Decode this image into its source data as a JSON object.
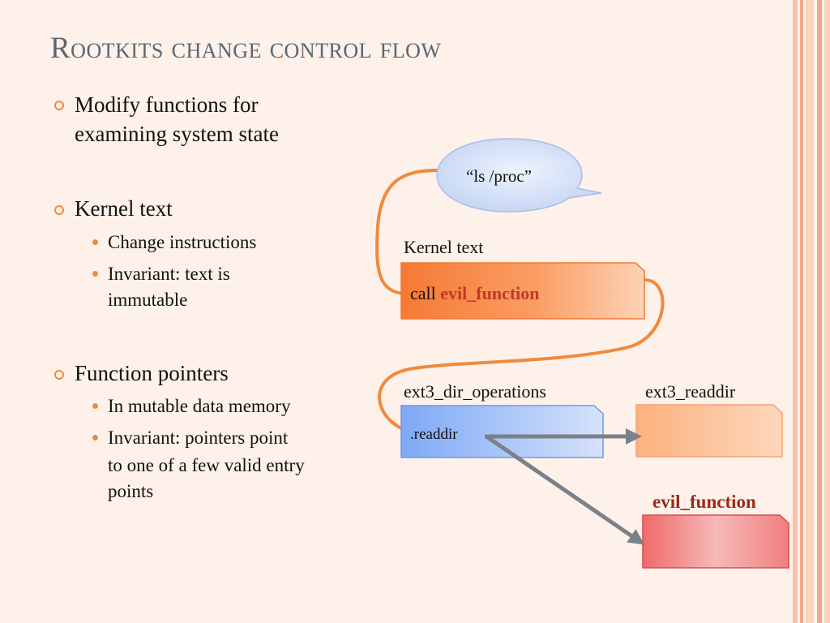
{
  "slide": {
    "title": "Rootkits change control flow",
    "bullets": [
      {
        "text": "Modify functions for examining system state",
        "line1": "Modify functions for",
        "line2": "examining system state"
      },
      {
        "text": "Kernel text",
        "subs": [
          "Change instructions",
          "Invariant: text is immutable"
        ]
      },
      {
        "text": "Function pointers",
        "subs": [
          "In mutable data memory",
          "Invariant: pointers point to one of a few valid entry points"
        ]
      }
    ],
    "sub_lines": {
      "kt_inv_1": "Invariant: text is",
      "kt_inv_2": "immutable",
      "fp_inv_1": "Invariant: pointers point",
      "fp_inv_2": "to one of a few valid entry",
      "fp_inv_3": "points"
    }
  },
  "diagram": {
    "bubble": "“ls /proc”",
    "kernel_text_label": "Kernel text",
    "call_prefix": "call ",
    "call_target": "evil_function",
    "ops_label": "ext3_dir_operations",
    "readdir_field": ".readdir",
    "readdir_label": "ext3_readdir",
    "evil_label": "evil_function"
  },
  "colors": {
    "accent_orange": "#f08a3c",
    "title_gray": "#5b6670",
    "evil_red": "#c0392b",
    "evil_label_red": "#9b2a1a",
    "arrow_gray": "#7b8189"
  }
}
